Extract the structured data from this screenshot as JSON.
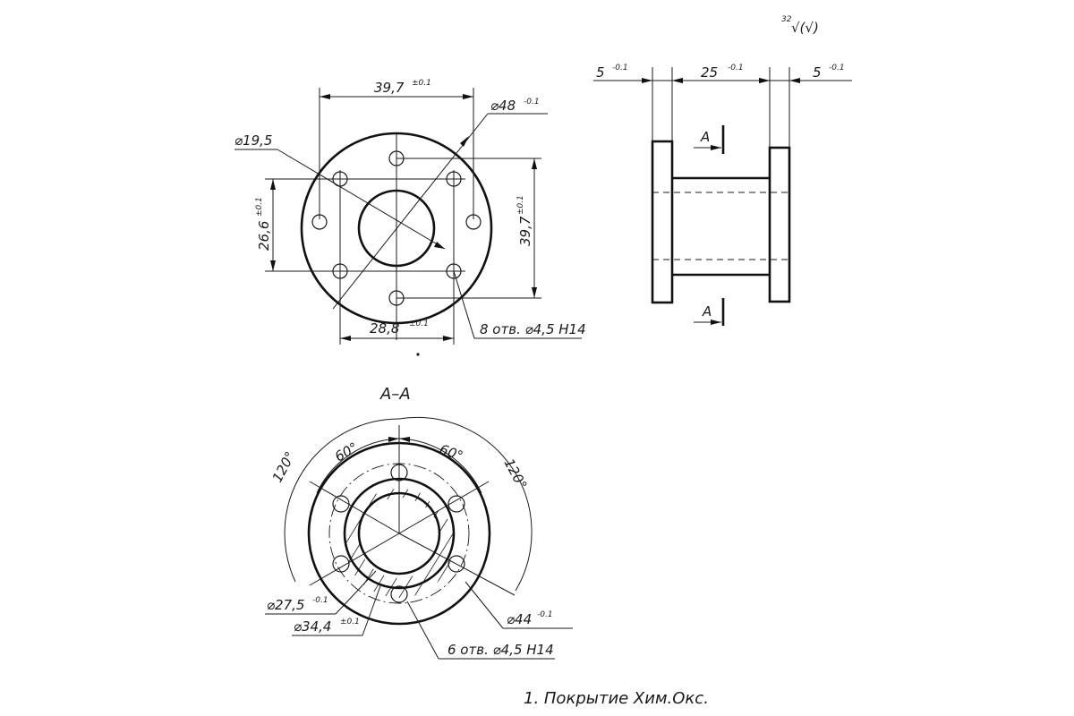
{
  "roughness": {
    "value": "32",
    "symbol": "√(√)"
  },
  "front_view": {
    "dim_top": "39,7",
    "dim_top_tol": "±0.1",
    "dim_outer_dia": "⌀48",
    "dim_outer_dia_tol": "-0.1",
    "dim_inner_dia": "⌀19,5",
    "dim_left": "26,6",
    "dim_left_tol": "±0.1",
    "dim_right": "39,7",
    "dim_right_tol": "±0.1",
    "dim_bottom": "28,8",
    "dim_bottom_tol": "±0.1",
    "holes_label": "8 отв. ⌀4,5 H14"
  },
  "side_view": {
    "dim_left": "5",
    "dim_left_tol": "-0.1",
    "dim_mid": "25",
    "dim_mid_tol": "-0.1",
    "dim_right": "5",
    "dim_right_tol": "-0.1",
    "section_mark_top": "A",
    "section_mark_bottom": "A"
  },
  "section_view": {
    "title": "A–A",
    "angle_left_60": "60°",
    "angle_right_60": "60°",
    "angle_left_120": "120°",
    "angle_right_120": "120°",
    "dia_27": "⌀27,5",
    "dia_27_tol": "-0.1",
    "dia_34": "⌀34,4",
    "dia_34_tol": "±0.1",
    "dia_44": "⌀44",
    "dia_44_tol": "-0.1",
    "holes_label": "6 отв. ⌀4,5 H14"
  },
  "notes": {
    "note_1": "1. Покрытие Хим.Окс."
  }
}
